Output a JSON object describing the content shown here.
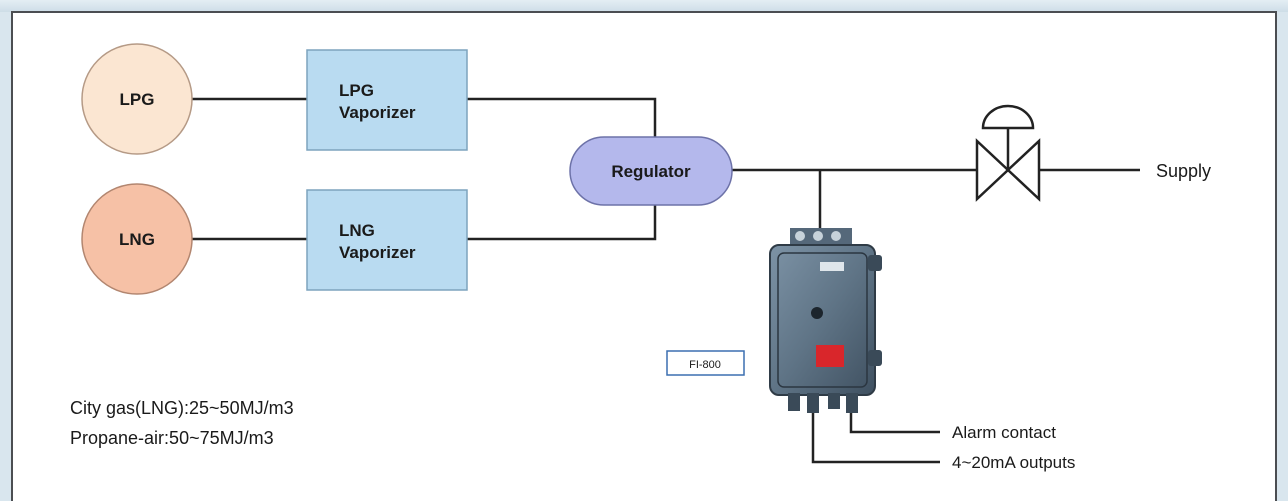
{
  "nodes": {
    "lpg_source": "LPG",
    "lng_source": "LNG",
    "lpg_vaporizer": [
      "LPG",
      "Vaporizer"
    ],
    "lng_vaporizer": [
      "LNG",
      "Vaporizer"
    ],
    "regulator": "Regulator",
    "supply": "Supply",
    "device_tag": "FI-800",
    "alarm_contact": "Alarm contact",
    "analog_outputs": "4~20mA outputs"
  },
  "notes": [
    "City gas(LNG):25~50MJ/m3",
    "Propane-air:50~75MJ/m3"
  ],
  "colors": {
    "lpg_fill": "#fbe6d2",
    "lng_fill": "#f6c1a6",
    "vaporizer_fill": "#b9dbf1",
    "regulator_fill": "#b4b8ec",
    "device_body": "#5f7486",
    "device_indicator": "#d9262b",
    "line": "#222222"
  }
}
